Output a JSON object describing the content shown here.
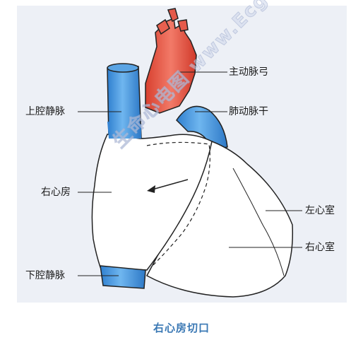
{
  "labels": {
    "aortic_arch": "主动脉弓",
    "pulmonary_trunk": "肺动脉干",
    "superior_vena_cava": "上腔静脉",
    "right_atrium": "右心房",
    "left_ventricle": "左心室",
    "right_ventricle": "右心室",
    "inferior_vena_cava": "下腔静脉"
  },
  "caption": "右心房切口",
  "watermark": "生命心电图 www.Ecgllife.com",
  "colors": {
    "vessel_blue": "#3a8fd6",
    "aorta_red": "#e55a4a",
    "panel_bg": "#edf0f6",
    "caption_blue": "#3a78b4"
  }
}
